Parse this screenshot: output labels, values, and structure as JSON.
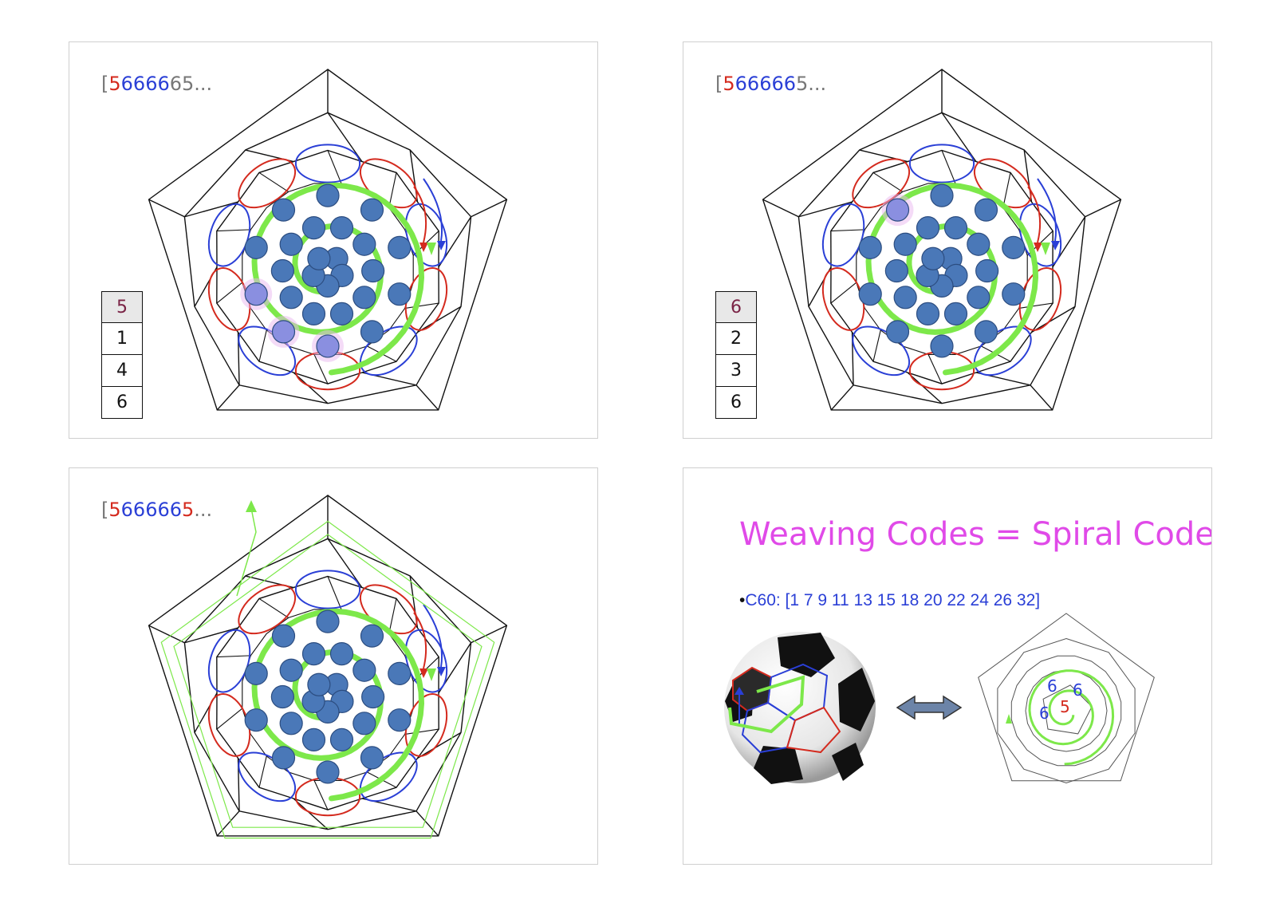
{
  "slides": [
    {
      "sequence": [
        {
          "t": "[",
          "c": "gr"
        },
        {
          "t": "5",
          "c": "rd"
        },
        {
          "t": "6666",
          "c": "bl"
        },
        {
          "t": "65...",
          "c": "gr"
        }
      ],
      "stack": [
        "5",
        "1",
        "4",
        "6"
      ]
    },
    {
      "sequence": [
        {
          "t": "[",
          "c": "gr"
        },
        {
          "t": "5",
          "c": "rd"
        },
        {
          "t": "66666",
          "c": "bl"
        },
        {
          "t": "5...",
          "c": "gr"
        }
      ],
      "stack": [
        "6",
        "2",
        "3",
        "6"
      ]
    },
    {
      "sequence": [
        {
          "t": "[",
          "c": "gr"
        },
        {
          "t": "5",
          "c": "rd"
        },
        {
          "t": "66666",
          "c": "bl"
        },
        {
          "t": "5",
          "c": "rd"
        },
        {
          "t": "...",
          "c": "gr"
        }
      ]
    }
  ],
  "summary": {
    "title": "Weaving Codes = Spiral Codes",
    "bullet_label": "C60: [1 7 9 11 13 15 18 20 22 24 26 32]",
    "mini_labels": [
      "6",
      "6",
      "6",
      "5"
    ]
  },
  "colors": {
    "title": "#e04ae8",
    "red": "#d42a1e",
    "blue": "#2a3fd6",
    "green": "#7de84a",
    "ball": "#4a78b8"
  }
}
